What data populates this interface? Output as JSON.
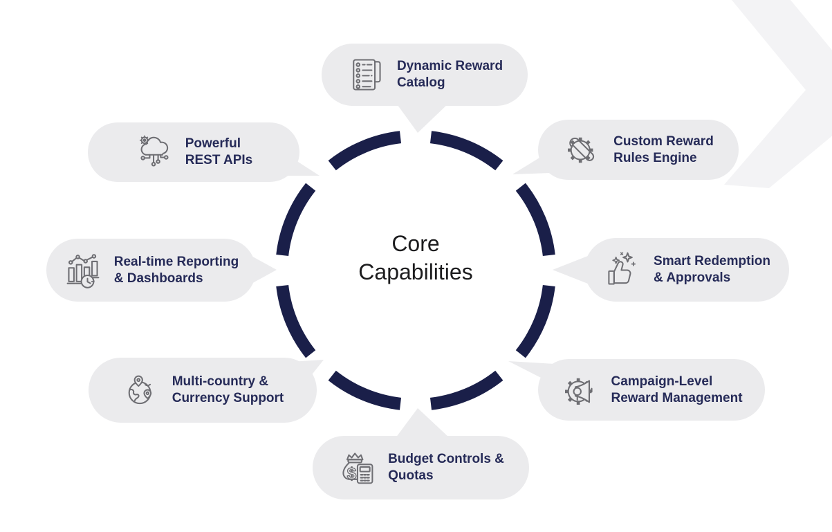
{
  "center": {
    "title": "Core\nCapabilities"
  },
  "bubbles": [
    {
      "position": "top",
      "icon": "catalog-list-icon",
      "label": "Dynamic Reward\nCatalog"
    },
    {
      "position": "top-left",
      "icon": "cloud-api-icon",
      "label": "Powerful\nREST APIs"
    },
    {
      "position": "top-right",
      "icon": "gear-wrench-icon",
      "label": "Custom Reward\nRules Engine"
    },
    {
      "position": "left",
      "icon": "chart-clock-icon",
      "label": "Real-time Reporting\n& Dashboards"
    },
    {
      "position": "right",
      "icon": "thumbs-up-sparkle-icon",
      "label": "Smart Redemption\n& Approvals"
    },
    {
      "position": "bottom-left",
      "icon": "globe-pins-icon",
      "label": "Multi-country &\nCurrency Support"
    },
    {
      "position": "bottom-right",
      "icon": "gear-megaphone-icon",
      "label": "Campaign-Level\nReward Management"
    },
    {
      "position": "bottom",
      "icon": "moneybag-calculator-icon",
      "label": "Budget Controls &\nQuotas"
    }
  ],
  "colors": {
    "ring": "#1a1f49",
    "bubble_bg": "#ebebed",
    "label_text": "#262b58",
    "center_text": "#1c1c1e",
    "icon_stroke": "#6e6e73",
    "chevron_decoration": "#f3f3f5"
  }
}
